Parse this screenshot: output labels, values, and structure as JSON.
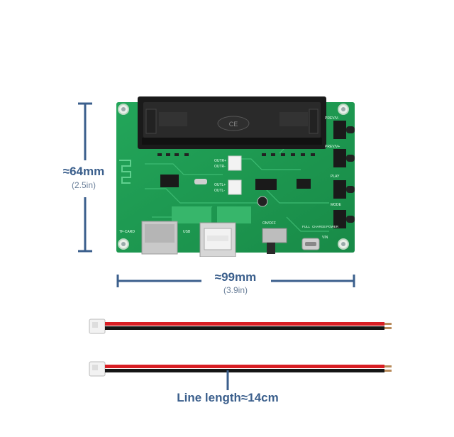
{
  "height_dimension": {
    "value": "≈64mm",
    "alt": "(2.5in)"
  },
  "width_dimension": {
    "value": "≈99mm",
    "alt": "(3.9in)"
  },
  "cable_caption": "Line length≈14cm",
  "board_labels": {
    "tf_card": "TF-CARD",
    "usb": "USB",
    "prev_v_minus": "PREV/V-",
    "prev_v_plus": "PREV/V+",
    "play": "PLAY",
    "mode": "MODE",
    "on_off": "ON/OFF",
    "full": "FULL",
    "charge": "CHARGE",
    "power": "POWER",
    "vin": "VIN",
    "outr_plus": "OUTR+",
    "outr_minus": "OUTR-",
    "outl_plus": "OUTL+",
    "outl_minus": "OUTL-",
    "battery_mark": "CE"
  },
  "colors": {
    "pcb_green": "#1f9a52",
    "pcb_light": "#35b86a",
    "dimension_blue": "#3b5f8c",
    "wire_red": "#d81e24",
    "wire_black": "#151515"
  }
}
